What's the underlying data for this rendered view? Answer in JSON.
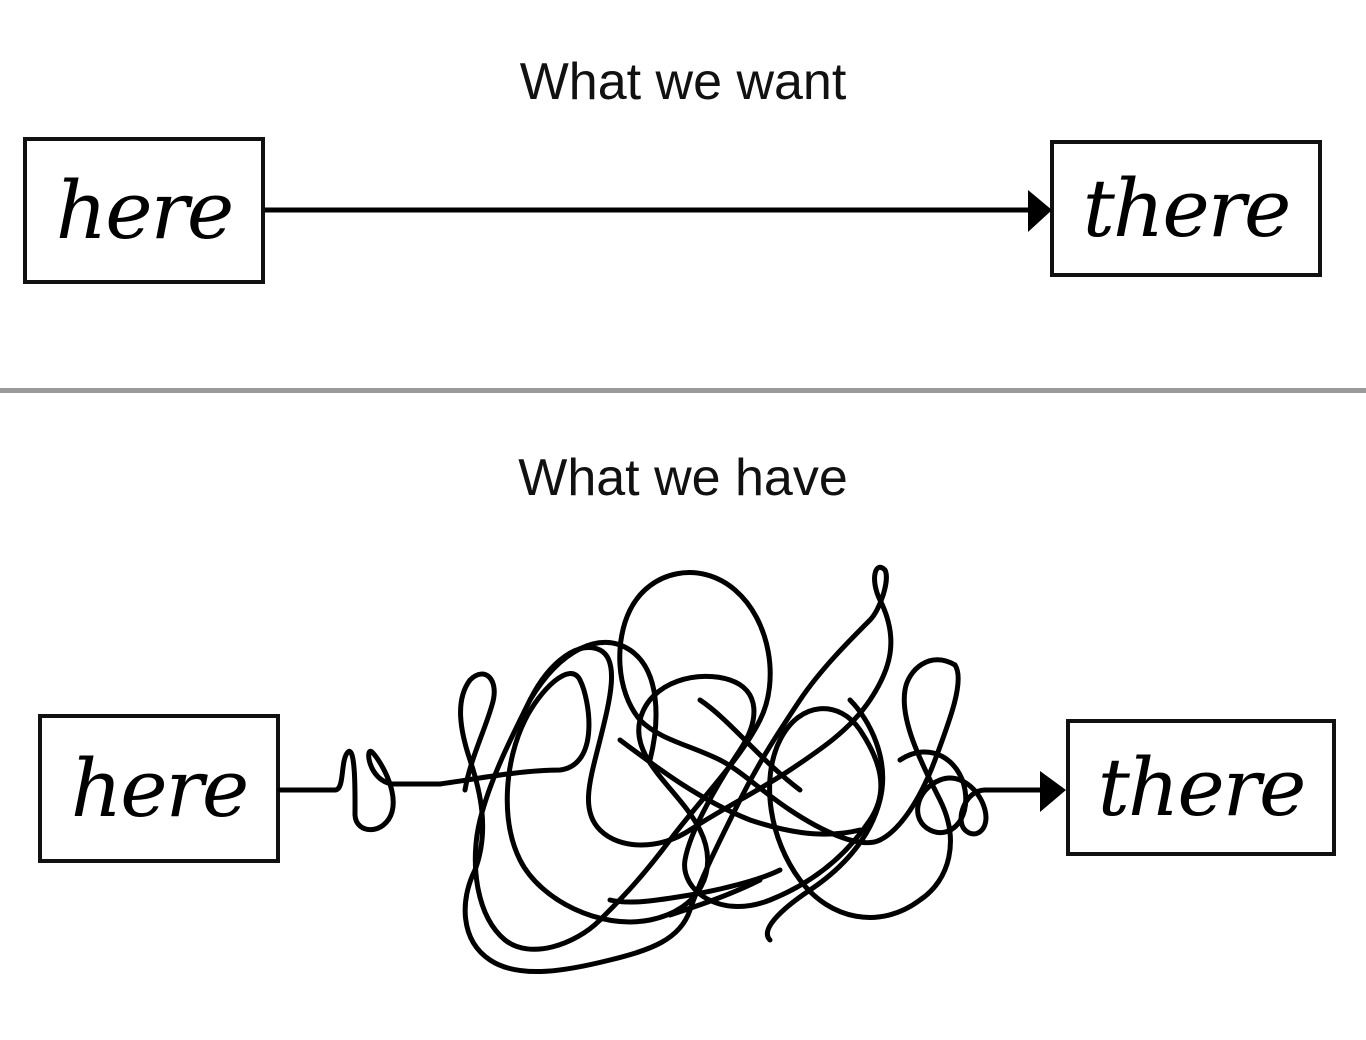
{
  "top": {
    "title": "What we want",
    "from_label": "here",
    "to_label": "there"
  },
  "bottom": {
    "title": "What we have",
    "from_label": "here",
    "to_label": "there"
  }
}
